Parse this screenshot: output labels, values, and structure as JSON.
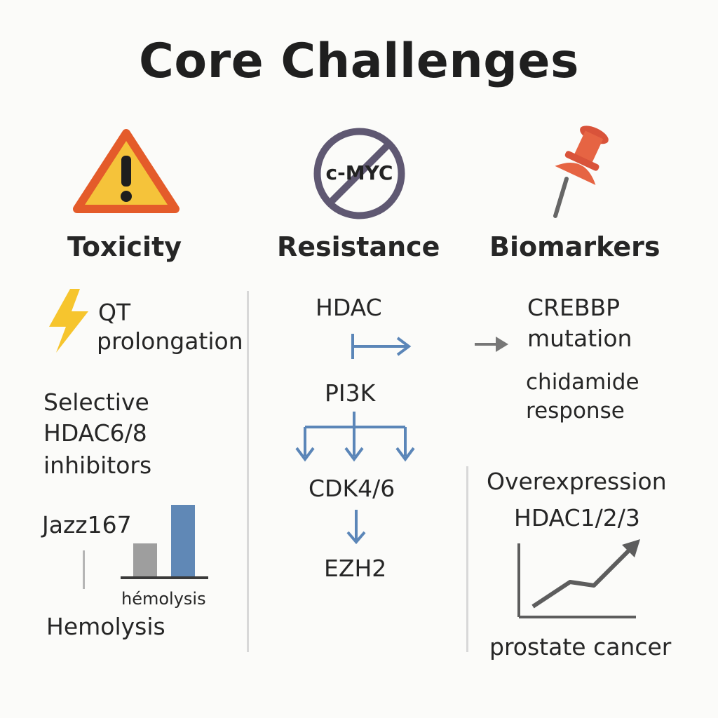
{
  "title": "Core Challenges",
  "colors": {
    "warning_fill": "#f5c33a",
    "warning_stroke": "#e45b2a",
    "bolt": "#f6c52e",
    "noentry": "#5f5872",
    "pin": "#e66443",
    "arrow_blue": "#5b86b8",
    "bar_gray": "#9e9e9e",
    "bar_blue": "#6088b6",
    "trend": "#5d5d5d",
    "divider": "#d8d8d8"
  },
  "columns": {
    "toxicity": {
      "icon": "warning-triangle-icon",
      "heading": "Toxicity",
      "qt_line1": "QT",
      "qt_line2": "prolongation",
      "selective": [
        "Selective",
        "HDAC6/8",
        "inhibitors"
      ],
      "jazz": "Jazz167",
      "chart_label": "hémolysis",
      "hemolysis": "Hemolysis"
    },
    "resistance": {
      "icon": "no-entry-icon",
      "icon_text": "c-MYC",
      "heading": "Resistance",
      "nodes": [
        "HDAC",
        "PI3K",
        "CDK4/6",
        "EZH2"
      ]
    },
    "biomarkers": {
      "icon": "pushpin-icon",
      "heading": "Biomarkers",
      "crebbp": [
        "CREBBP",
        "mutation"
      ],
      "chidamide": [
        "chidamide",
        "response"
      ],
      "overexp": [
        "Overexpression",
        "HDAC1/2/3"
      ],
      "prostate": "prostate cancer"
    }
  }
}
